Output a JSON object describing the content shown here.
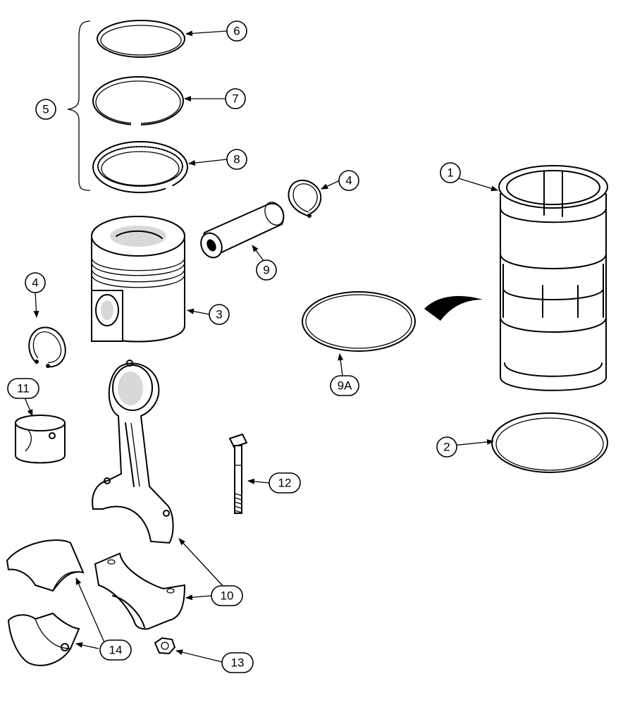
{
  "callouts": {
    "c1": "1",
    "c2": "2",
    "c3": "3",
    "c4a": "4",
    "c4b": "4",
    "c5": "5",
    "c6": "6",
    "c7": "7",
    "c8": "8",
    "c9": "9",
    "c9a": "9A",
    "c10": "10",
    "c11": "11",
    "c12": "12",
    "c13": "13",
    "c14": "14"
  }
}
